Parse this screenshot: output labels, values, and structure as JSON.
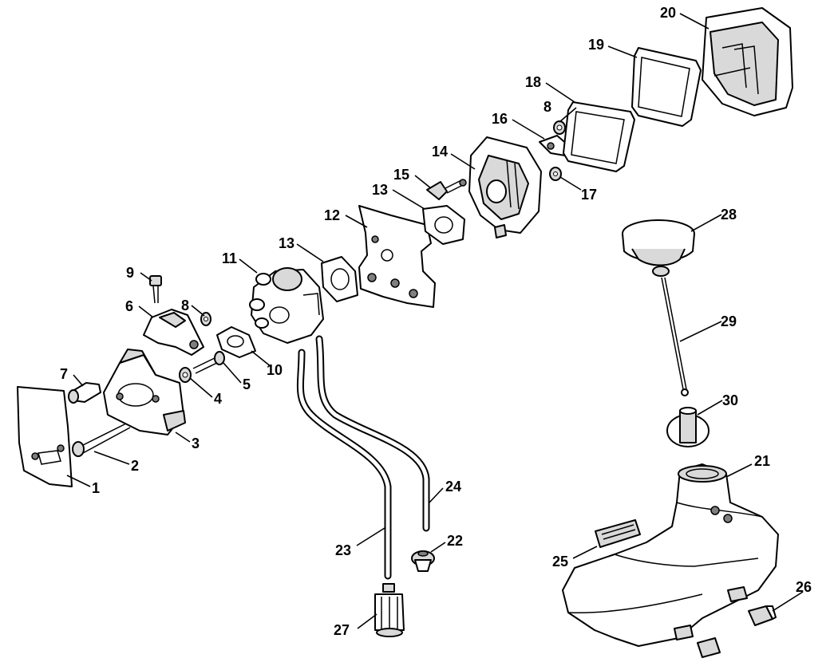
{
  "labels": {
    "p1": "1",
    "p2": "2",
    "p3": "3",
    "p4": "4",
    "p5": "5",
    "p6": "6",
    "p7": "7",
    "p8a": "8",
    "p8b": "8",
    "p9": "9",
    "p10": "10",
    "p11": "11",
    "p12": "12",
    "p13a": "13",
    "p13b": "13",
    "p14": "14",
    "p15": "15",
    "p16": "16",
    "p17": "17",
    "p18": "18",
    "p19": "19",
    "p20": "20",
    "p21": "21",
    "p22": "22",
    "p23": "23",
    "p24": "24",
    "p25": "25",
    "p26": "26",
    "p27": "27",
    "p28": "28",
    "p29": "29",
    "p30": "30"
  }
}
